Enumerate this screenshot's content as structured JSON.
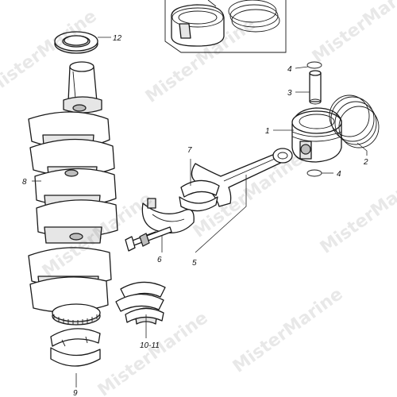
{
  "callouts": {
    "c1": "1",
    "c2": "2",
    "c3": "3",
    "c4a": "4",
    "c4b": "4",
    "c5": "5",
    "c6": "6",
    "c7": "7",
    "c8": "8",
    "c9": "9",
    "c1011": "10-11",
    "c12": "12"
  },
  "watermark": "MisterMarine"
}
